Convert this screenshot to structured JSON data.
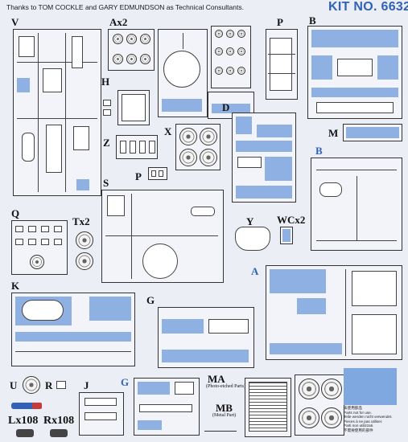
{
  "header": {
    "credits": "Thanks to TOM COCKLE and GARY EDMUNDSON as Technical Consultants.",
    "kit_number": "KIT NO. 6632"
  },
  "sprues": [
    {
      "id": "V",
      "label": "V"
    },
    {
      "id": "Ax2",
      "label": "Ax2"
    },
    {
      "id": "P-top",
      "label": "P"
    },
    {
      "id": "B-top",
      "label": "B"
    },
    {
      "id": "H",
      "label": "H"
    },
    {
      "id": "D",
      "label": "D"
    },
    {
      "id": "X",
      "label": "X"
    },
    {
      "id": "Z",
      "label": "Z"
    },
    {
      "id": "M",
      "label": "M"
    },
    {
      "id": "B-blue",
      "label": "B"
    },
    {
      "id": "S",
      "label": "S"
    },
    {
      "id": "P-small",
      "label": "P"
    },
    {
      "id": "Q",
      "label": "Q"
    },
    {
      "id": "Tx2",
      "label": "Tx2"
    },
    {
      "id": "Y",
      "label": "Y"
    },
    {
      "id": "WCx2",
      "label": "WCx2"
    },
    {
      "id": "A",
      "label": "A"
    },
    {
      "id": "K",
      "label": "K"
    },
    {
      "id": "G",
      "label": "G"
    },
    {
      "id": "U",
      "label": "U"
    },
    {
      "id": "R",
      "label": "R"
    },
    {
      "id": "J",
      "label": "J"
    },
    {
      "id": "G-blue",
      "label": "G"
    },
    {
      "id": "MA",
      "label": "MA"
    },
    {
      "id": "MB",
      "label": "MB"
    },
    {
      "id": "Lx108",
      "label": "Lx108"
    },
    {
      "id": "Rx108",
      "label": "Rx108"
    }
  ],
  "sublabels": {
    "ma": "(Photo-etched Parts)",
    "mb": "(Metal Part)"
  },
  "legend": {
    "lines": [
      "未使用部品",
      "Parts not for use.",
      "Teile werden nicht verwendet.",
      "Pieces à ne pas utiliser.",
      "Parti non utilizzati.",
      "不需要使用的部件"
    ]
  },
  "colors": {
    "unused_parts": "#8fb0e3",
    "kit_number": "#2f62b8",
    "outline": "#333333"
  }
}
